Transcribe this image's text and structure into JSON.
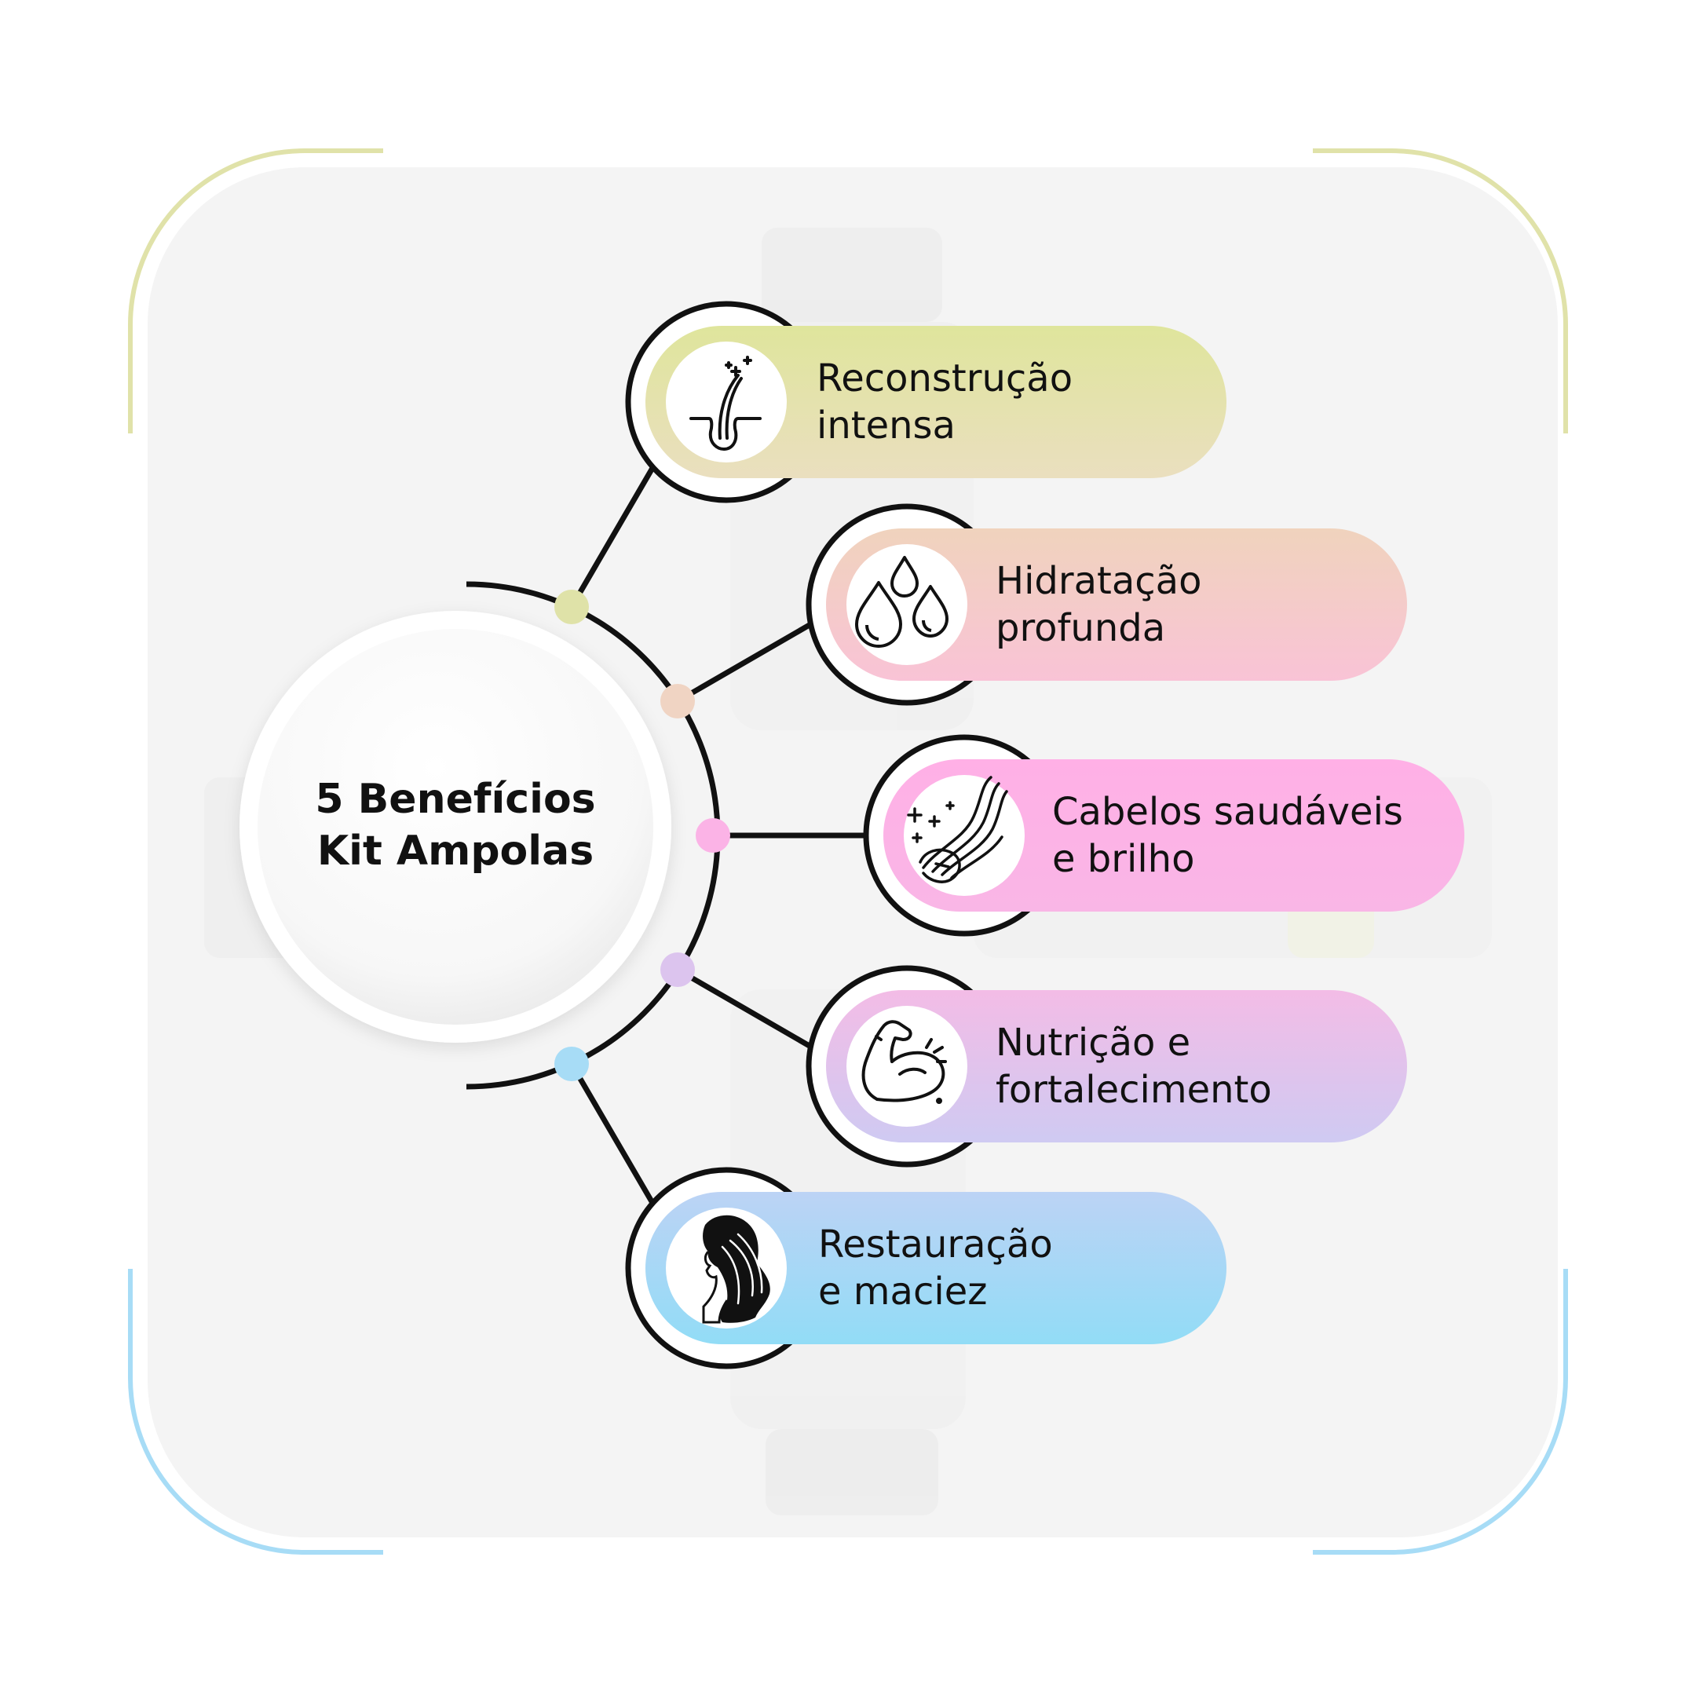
{
  "center": {
    "line1": "5 Benefícios",
    "line2": "Kit Ampolas"
  },
  "benefits": [
    {
      "line1": "Reconstrução",
      "line2": "intensa",
      "icon": "hair-follicle-icon",
      "color": "#dfe2a8"
    },
    {
      "line1": "Hidratação",
      "line2": "profunda",
      "icon": "water-drops-icon",
      "color": "#f6c3c6"
    },
    {
      "line1": "Cabelos saudáveis",
      "line2": "e brilho",
      "icon": "shiny-hair-icon",
      "color": "#fbb0e4"
    },
    {
      "line1": "Nutrição e",
      "line2": "fortalecimento",
      "icon": "strong-arm-icon",
      "color": "#dcc4ee"
    },
    {
      "line1": "Restauração",
      "line2": "e maciez",
      "icon": "woman-hair-silhouette-icon",
      "color": "#9bd8f5"
    }
  ],
  "colors": {
    "frame_top": "#e0e2a9",
    "frame_bottom": "#a7dcf6",
    "panel": "#f4f4f4",
    "lines": "#111111"
  }
}
